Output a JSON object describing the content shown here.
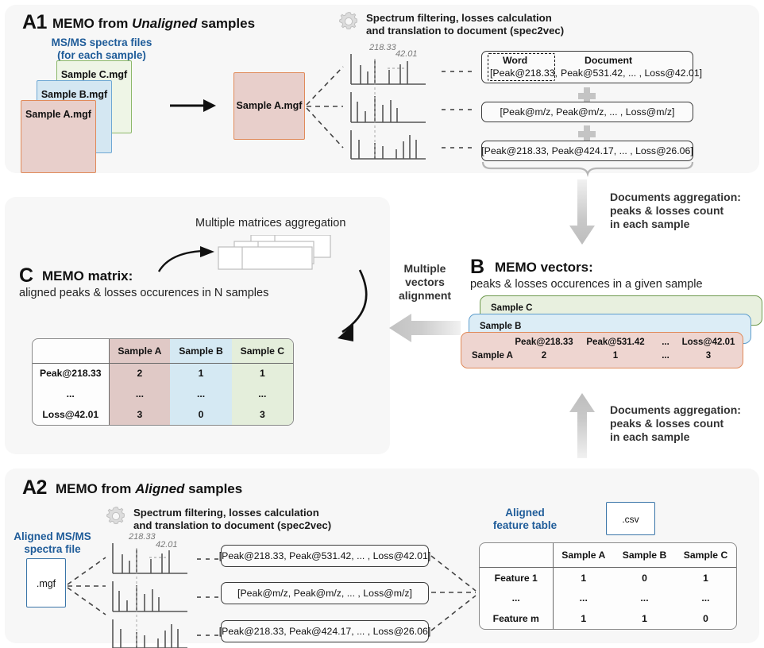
{
  "panelA1": {
    "letter": "A1",
    "title_pre": "MEMO from ",
    "title_ital": "Unaligned",
    "title_post": " samples",
    "spectra_label_l1": "MS/MS spectra files",
    "spectra_label_l2": "(for each sample)",
    "files": [
      {
        "name": "Sample C.mgf"
      },
      {
        "name": "Sample B.mgf"
      },
      {
        "name": "Sample A.mgf"
      }
    ],
    "single_file": "Sample A.mgf",
    "gear_caption_l1": "Spectrum filtering, losses calculation",
    "gear_caption_l2": "and translation to document (spec2vec)",
    "peak_label_1": "218.33",
    "peak_label_2": "42.01",
    "word_header": "Word",
    "document_header": "Document",
    "doc_word_part": "[Peak@218.33,",
    "doc_rest_part": "Peak@531.42, ... , Loss@42.01]",
    "doc2": "[Peak@m/z, Peak@m/z,  ... , Loss@m/z]",
    "doc3": "[Peak@218.33, Peak@424.17, ... ,  Loss@26.06]"
  },
  "arrows": {
    "agg_top_l1": "Documents aggregation:",
    "agg_top_l2": "peaks & losses count",
    "agg_top_l3": "in each sample",
    "agg_bottom_l1": "Documents aggregation:",
    "agg_bottom_l2": "peaks & losses count",
    "agg_bottom_l3": "in each sample",
    "align_l1": "Multiple",
    "align_l2": "vectors",
    "align_l3": "alignment"
  },
  "panelB": {
    "letter": "B",
    "title": "MEMO vectors:",
    "subtitle": "peaks & losses occurences in a given sample",
    "sample_c": "Sample C",
    "sample_b": "Sample B",
    "sample_a": "Sample A",
    "columns": [
      "Peak@218.33",
      "Peak@531.42",
      "...",
      "Loss@42.01"
    ],
    "values": [
      "2",
      "1",
      "...",
      "3"
    ]
  },
  "panelC": {
    "letter": "C",
    "title": "MEMO matrix:",
    "subtitle": "aligned peaks & losses occurences in N samples",
    "aggregation_label": "Multiple matrices aggregation",
    "columns": [
      "",
      "Sample A",
      "Sample B",
      "Sample C"
    ],
    "rows": [
      {
        "label": "Peak@218.33",
        "cells": [
          "2",
          "1",
          "1"
        ]
      },
      {
        "label": "...",
        "cells": [
          "...",
          "...",
          "..."
        ]
      },
      {
        "label": "Loss@42.01",
        "cells": [
          "3",
          "0",
          "3"
        ]
      }
    ]
  },
  "panelA2": {
    "letter": "A2",
    "title_pre": "MEMO from ",
    "title_ital": "Aligned",
    "title_post": " samples",
    "gear_caption_l1": "Spectrum filtering, losses calculation",
    "gear_caption_l2": "and translation to document (spec2vec)",
    "file_label_l1": "Aligned MS/MS",
    "file_label_l2": "spectra file",
    "file_name": ".mgf",
    "peak_label_1": "218.33",
    "peak_label_2": "42.01",
    "doc1": "[Peak@218.33,    Peak@531.42, ... , Loss@42.01]",
    "doc2": "[Peak@m/z, Peak@m/z,  ... , Loss@m/z]",
    "doc3": "[Peak@218.33, Peak@424.17, ... ,  Loss@26.06]",
    "feature_table_label_l1": "Aligned",
    "feature_table_label_l2": "feature table",
    "csv_name": ".csv",
    "columns": [
      "",
      "Sample A",
      "Sample B",
      "Sample C"
    ],
    "rows": [
      {
        "label": "Feature 1",
        "cells": [
          "1",
          "0",
          "1"
        ]
      },
      {
        "label": "...",
        "cells": [
          "...",
          "...",
          "..."
        ]
      },
      {
        "label": "Feature m",
        "cells": [
          "1",
          "1",
          "0"
        ]
      }
    ]
  },
  "colors": {
    "sample_a": "#e8cfcb",
    "sample_b": "#d4e7f2",
    "sample_c": "#eef5e6",
    "accent_blue": "#1f5c99",
    "panel_bg": "#f7f7f7"
  }
}
